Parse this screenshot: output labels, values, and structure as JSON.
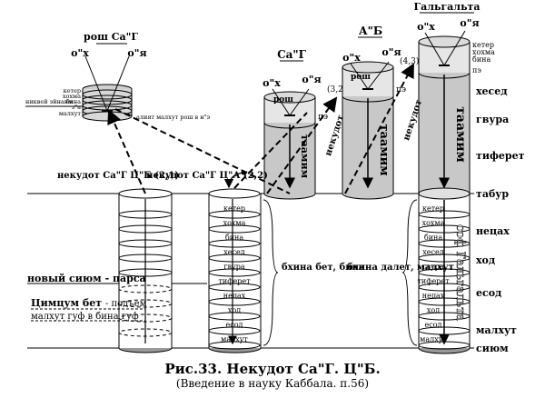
{
  "top": {
    "rosh_sag": "рош Са\"Г",
    "ox": "о\"х",
    "oya": "о\"я",
    "small_sefirot": [
      "кетер",
      "хохма",
      "бина",
      "з\"а",
      "малхут"
    ],
    "nikvei_einaim": "никвей эйнаим",
    "aliyat_malhut": "алият малхут рош в н\"э"
  },
  "tops": {
    "sag": "Са\"Г",
    "ab": "А\"Б",
    "galgalta": "Гальгальта",
    "rosh": "рош",
    "pe": "пэ",
    "taamim": "таамим",
    "nekudot": "некудот",
    "lbl32": "(3,2)",
    "lbl43": "(4,3)",
    "galgalta_top": [
      "кетер",
      "хохма",
      "бина"
    ]
  },
  "galgalta_right": [
    "хесед",
    "гвура",
    "тиферет",
    "табур",
    "нецах",
    "ход",
    "есод",
    "малхут",
    "сиюм"
  ],
  "bottom": {
    "cb_title": "некудот Са\"Г Ц\"Б (2,1)",
    "ca_title": "некудот Са\"Г Ц\"А (2,2)",
    "ca_sefirot": [
      "кетер",
      "хохма",
      "бина",
      "хесед",
      "гвура",
      "тиферет",
      "нецах",
      "ход",
      "есод",
      "малхут"
    ],
    "bhina_bet": "бхина бет, бина",
    "bhina_dalet": "бхина далет, малхут",
    "galg_lower": [
      "кетер",
      "хохма",
      "бина",
      "хесед",
      "гвура",
      "тиферет",
      "нецах",
      "ход",
      "есод",
      "малхут"
    ],
    "sof": "соф Гальгальта",
    "new_siyum": "новый сиюм - парса",
    "tsimtsum": "Цимцум бет",
    "tsimtsum_rest": "- подъем",
    "tsimtsum_line2": "малхут гуф в бина гуф"
  },
  "caption": {
    "title": "Рис.33. Некудот Са\"Г. Ц\"Б.",
    "subtitle": "(Введение в науку Каббала. п.56)"
  }
}
